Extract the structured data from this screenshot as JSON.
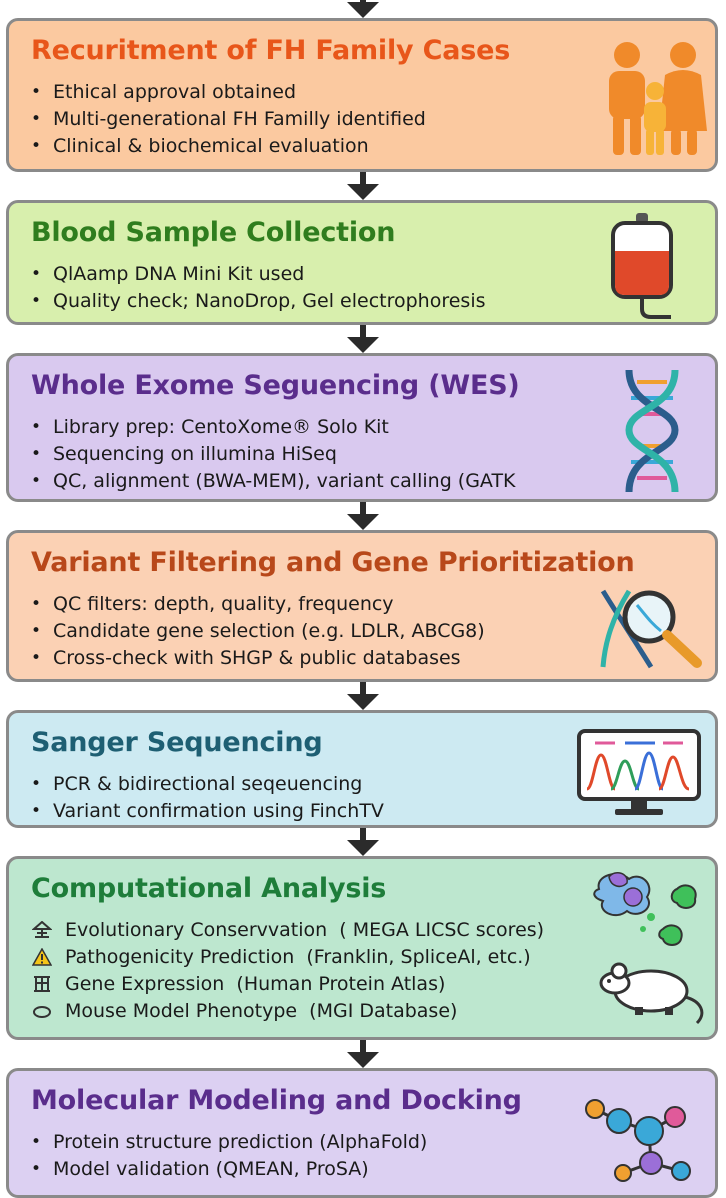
{
  "steps": [
    {
      "title": "Recuritment of FH Family Cases",
      "title_color": "#e8561a",
      "bg": "#fbc9a0",
      "icon": "family-icon",
      "bullets": [
        "Ethical approval obtained",
        "Multi-generational FH Familly identified",
        "Clinical & biochemical evaluation"
      ]
    },
    {
      "title": "Blood Sample Collection",
      "title_color": "#2f7d1e",
      "bg": "#d8efad",
      "icon": "blood-bag-icon",
      "bullets": [
        "QlAamp DNA Mini Kit used",
        "Quality check; NanoDrop, Gel electrophoresis"
      ]
    },
    {
      "title": "Whole Exome Seguencing (WES)",
      "title_color": "#5a2d8c",
      "bg": "#d9c9ef",
      "icon": "dna-helix-icon",
      "bullets": [
        "Library prep: CentoXome® Solo Kit",
        "Sequencing on illumina HiSeq",
        "QC, alignment (BWA-MEM), variant calling (GATK"
      ]
    },
    {
      "title": "Variant Filtering and Gene Prioritization",
      "title_color": "#b8481a",
      "bg": "#fbd1b4",
      "icon": "dna-magnifier-icon",
      "bullets": [
        "QC filters: depth, quality, frequency",
        "Candidate gene selection (e.g. LDLR, ABCG8)",
        "Cross-check with SHGP & public databases"
      ]
    },
    {
      "title": "Sanger Sequencing",
      "title_color": "#1e5f73",
      "bg": "#cdeaf2",
      "icon": "monitor-chromatogram-icon",
      "bullets": [
        "PCR & bidirectional seqeuencing",
        "Variant confirmation using FinchTV"
      ]
    },
    {
      "title": "Computational Analysis",
      "title_color": "#1e7d3a",
      "bg": "#bde7cf",
      "icon": "molecules-mouse-icon",
      "rows": [
        {
          "icon": "tree-icon",
          "label": "Evolutionary Conservvation",
          "detail": "( MEGA LICSC scores)"
        },
        {
          "icon": "warning-icon",
          "label": "Pathogenicity Prediction",
          "detail": "(Franklin, SpliceAl, etc.)"
        },
        {
          "icon": "grid-icon",
          "label": "Gene Expression",
          "detail": "(Human Protein Atlas)"
        },
        {
          "icon": "mouse-icon",
          "label": "Mouse Model Phenotype",
          "detail": "(MGI Database)"
        }
      ]
    },
    {
      "title": "Molecular Modeling and Docking",
      "title_color": "#5a2d8c",
      "bg": "#dcd0f2",
      "icon": "molecule-icon",
      "bullets": [
        "Protein structure prediction (AlphaFold)",
        "Model validation (QMEAN, ProSA)"
      ]
    }
  ],
  "bullet_char": "•"
}
